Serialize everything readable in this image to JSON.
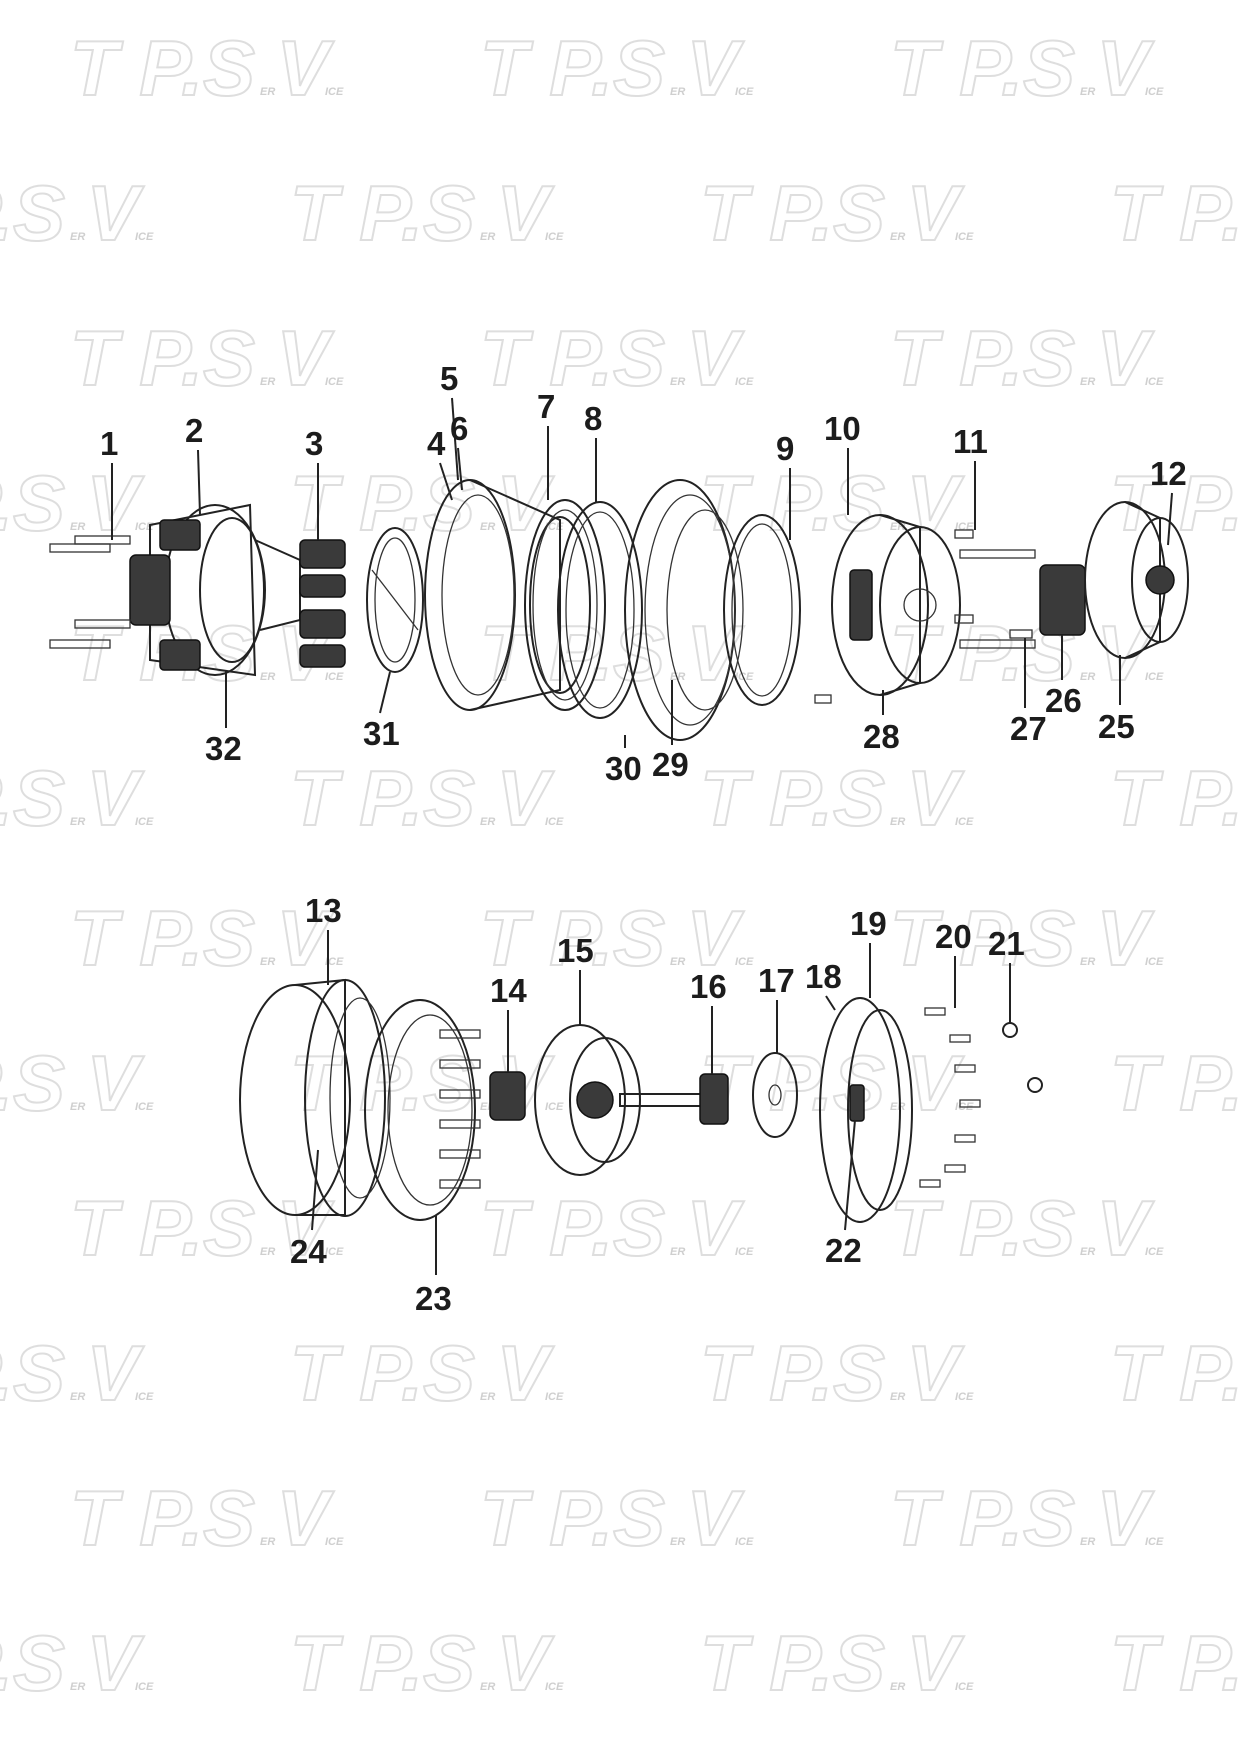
{
  "watermark": {
    "main": "T P.S V",
    "sub_left": "ER",
    "sub_right": "ICE"
  },
  "diagram": {
    "callouts": [
      {
        "id": "1",
        "label": "1"
      },
      {
        "id": "2",
        "label": "2"
      },
      {
        "id": "3",
        "label": "3"
      },
      {
        "id": "4",
        "label": "4"
      },
      {
        "id": "5",
        "label": "5"
      },
      {
        "id": "6",
        "label": "6"
      },
      {
        "id": "7",
        "label": "7"
      },
      {
        "id": "8",
        "label": "8"
      },
      {
        "id": "9",
        "label": "9"
      },
      {
        "id": "10",
        "label": "10"
      },
      {
        "id": "11",
        "label": "11"
      },
      {
        "id": "12",
        "label": "12"
      },
      {
        "id": "13",
        "label": "13"
      },
      {
        "id": "14",
        "label": "14"
      },
      {
        "id": "15",
        "label": "15"
      },
      {
        "id": "16",
        "label": "16"
      },
      {
        "id": "17",
        "label": "17"
      },
      {
        "id": "18",
        "label": "18"
      },
      {
        "id": "19",
        "label": "19"
      },
      {
        "id": "20",
        "label": "20"
      },
      {
        "id": "21",
        "label": "21"
      },
      {
        "id": "22",
        "label": "22"
      },
      {
        "id": "23",
        "label": "23"
      },
      {
        "id": "24",
        "label": "24"
      },
      {
        "id": "25",
        "label": "25"
      },
      {
        "id": "26",
        "label": "26"
      },
      {
        "id": "27",
        "label": "27"
      },
      {
        "id": "28",
        "label": "28"
      },
      {
        "id": "29",
        "label": "29"
      },
      {
        "id": "30",
        "label": "30"
      },
      {
        "id": "31",
        "label": "31"
      },
      {
        "id": "32",
        "label": "32"
      }
    ]
  }
}
